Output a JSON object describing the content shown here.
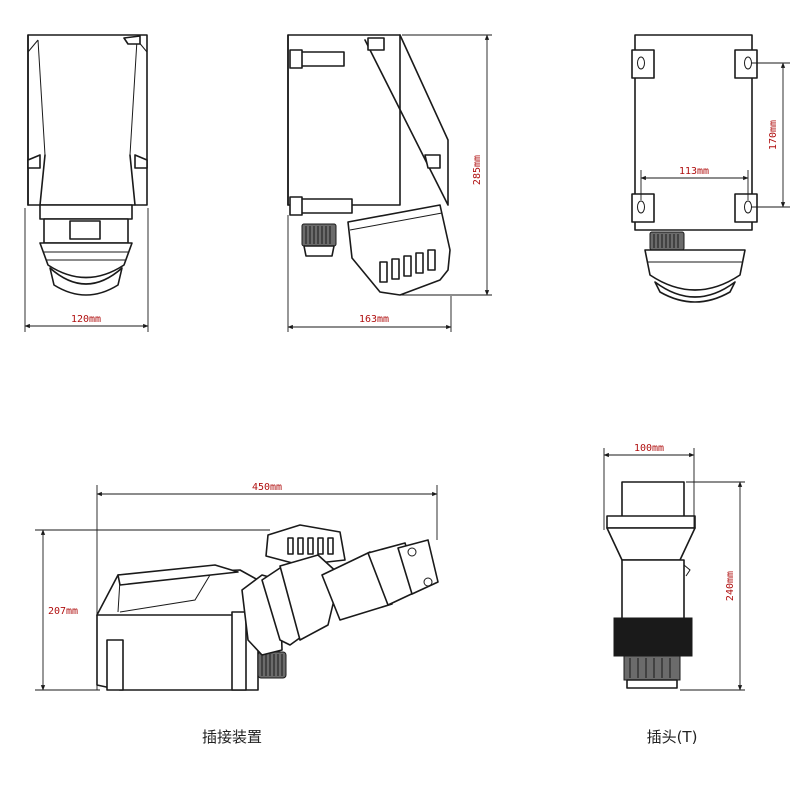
{
  "dimensions": {
    "front_width": "120mm",
    "side_width": "163mm",
    "side_height": "285mm",
    "back_hole_spacing_horizontal": "113mm",
    "back_hole_spacing_vertical": "170mm",
    "assembly_length": "450mm",
    "assembly_height": "207mm",
    "plug_width": "100mm",
    "plug_length": "240mm"
  },
  "captions": {
    "assembly": "插接装置",
    "plug": "插头(T)"
  },
  "colors": {
    "line": "#1a1a1a",
    "dimension_text": "#b01010",
    "caption_text": "#222222"
  }
}
